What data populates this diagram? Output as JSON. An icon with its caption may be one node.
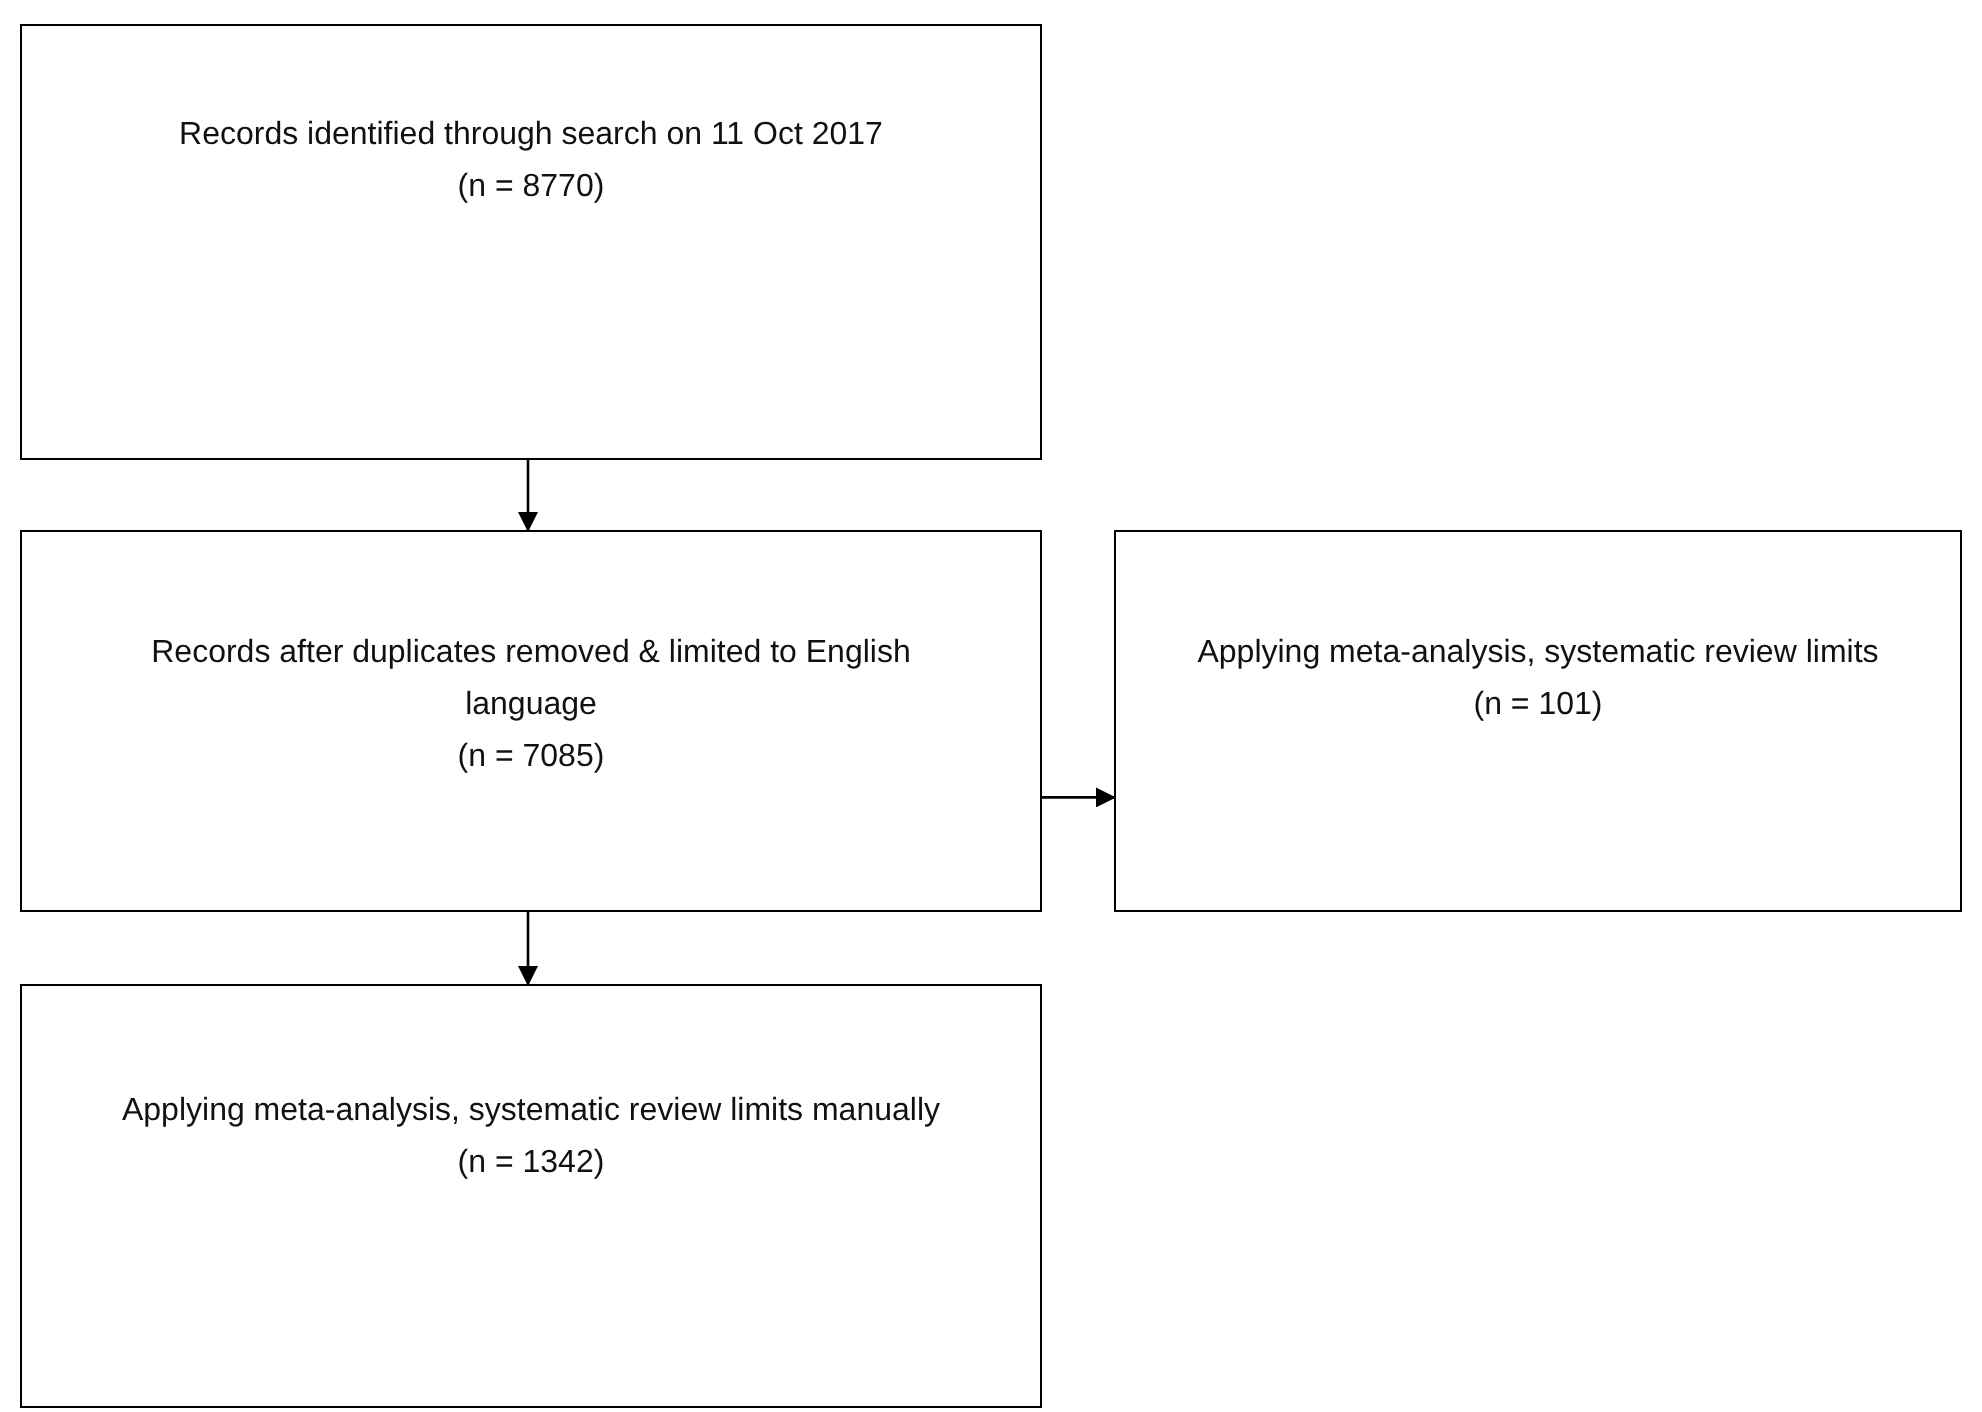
{
  "diagram": {
    "nodes": [
      {
        "text": [
          "Records identified through search on 11 Oct 2017",
          "(n = 8770)"
        ]
      },
      {
        "text": [
          "Records after duplicates removed & limited to English language",
          "(n = 7085)"
        ]
      },
      {
        "text": [
          "Applying meta-analysis, systematic review limits",
          "(n = 101)"
        ]
      },
      {
        "text": [
          "Applying meta-analysis, systematic review limits manually",
          "(n = 1342)"
        ]
      }
    ],
    "edges": [
      {
        "from": 0,
        "to": 1,
        "arrow": "to"
      },
      {
        "from": 1,
        "to": 2,
        "arrow": "to"
      },
      {
        "from": 1,
        "to": 3,
        "arrow": "to"
      }
    ]
  }
}
